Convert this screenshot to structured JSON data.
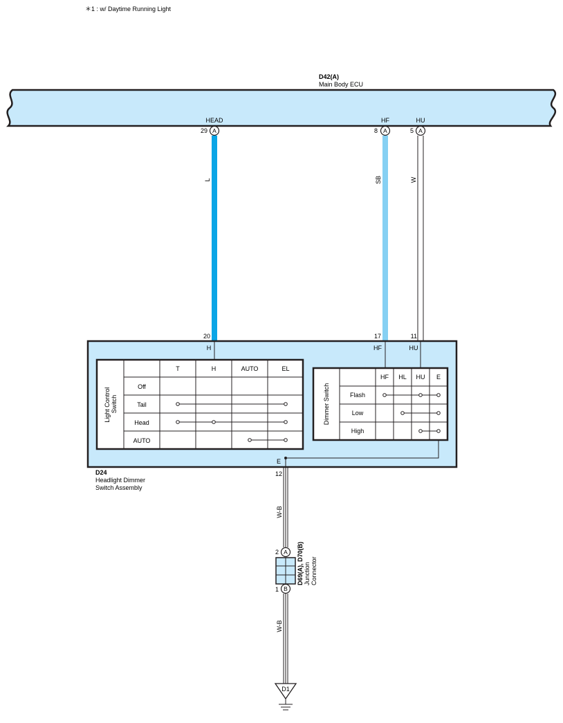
{
  "note": "＊1 : w/ Daytime Running Light",
  "colors": {
    "ecu_fill": "#c8e9fb",
    "wire_L": "#0aa5e6",
    "wire_SB": "#86d0f3",
    "wire_W": "#ffffff",
    "box_fill": "#c8e9fb",
    "line": "#231f20"
  },
  "ecu": {
    "code": "D42(A)",
    "name": "Main Body ECU",
    "terminals": [
      {
        "id": "head",
        "name": "HEAD",
        "pin": "29",
        "connector": "A"
      },
      {
        "id": "hf",
        "name": "HF",
        "pin": "8",
        "connector": "A"
      },
      {
        "id": "hu",
        "name": "HU",
        "pin": "5",
        "connector": "A"
      }
    ]
  },
  "wires": [
    {
      "id": "head",
      "color_code": "L"
    },
    {
      "id": "hf",
      "color_code": "SB"
    },
    {
      "id": "hu",
      "color_code": "W"
    },
    {
      "id": "ground1",
      "color_code": "W-B"
    },
    {
      "id": "ground2",
      "color_code": "W-B"
    }
  ],
  "switch_assembly": {
    "code": "D24",
    "name_line1": "Headlight Dimmer",
    "name_line2": "Switch Assembly",
    "terminals": [
      {
        "id": "h",
        "pin": "20",
        "name": "H"
      },
      {
        "id": "hf",
        "pin": "17",
        "name": "HF"
      },
      {
        "id": "hu",
        "pin": "11",
        "name": "HU"
      },
      {
        "id": "e",
        "pin": "12",
        "name": "E"
      }
    ],
    "light_control": {
      "title_line1": "Light Control",
      "title_line2": "Switch",
      "columns": [
        "T",
        "H",
        "AUTO",
        "EL"
      ],
      "rows": [
        {
          "label": "Off",
          "contacts": []
        },
        {
          "label": "Tail",
          "contacts": [
            "T",
            "EL"
          ]
        },
        {
          "label": "Head",
          "contacts": [
            "T",
            "H",
            "EL"
          ]
        },
        {
          "label": "AUTO",
          "contacts": [
            "AUTO",
            "EL"
          ]
        }
      ]
    },
    "dimmer": {
      "title": "Dimmer Switch",
      "columns": [
        "HF",
        "HL",
        "HU",
        "E"
      ],
      "rows": [
        {
          "label": "Flash",
          "contacts": [
            "HF",
            "HU",
            "E"
          ]
        },
        {
          "label": "Low",
          "contacts": [
            "HL",
            "E"
          ]
        },
        {
          "label": "High",
          "contacts": [
            "HU",
            "E"
          ]
        }
      ]
    }
  },
  "junction": {
    "code": "D69(A), D70(B)",
    "name_line1": "Junction",
    "name_line2": "Connector",
    "pins": [
      {
        "pin": "2",
        "connector": "A"
      },
      {
        "pin": "1",
        "connector": "B"
      }
    ]
  },
  "ground": {
    "label": "D1"
  }
}
